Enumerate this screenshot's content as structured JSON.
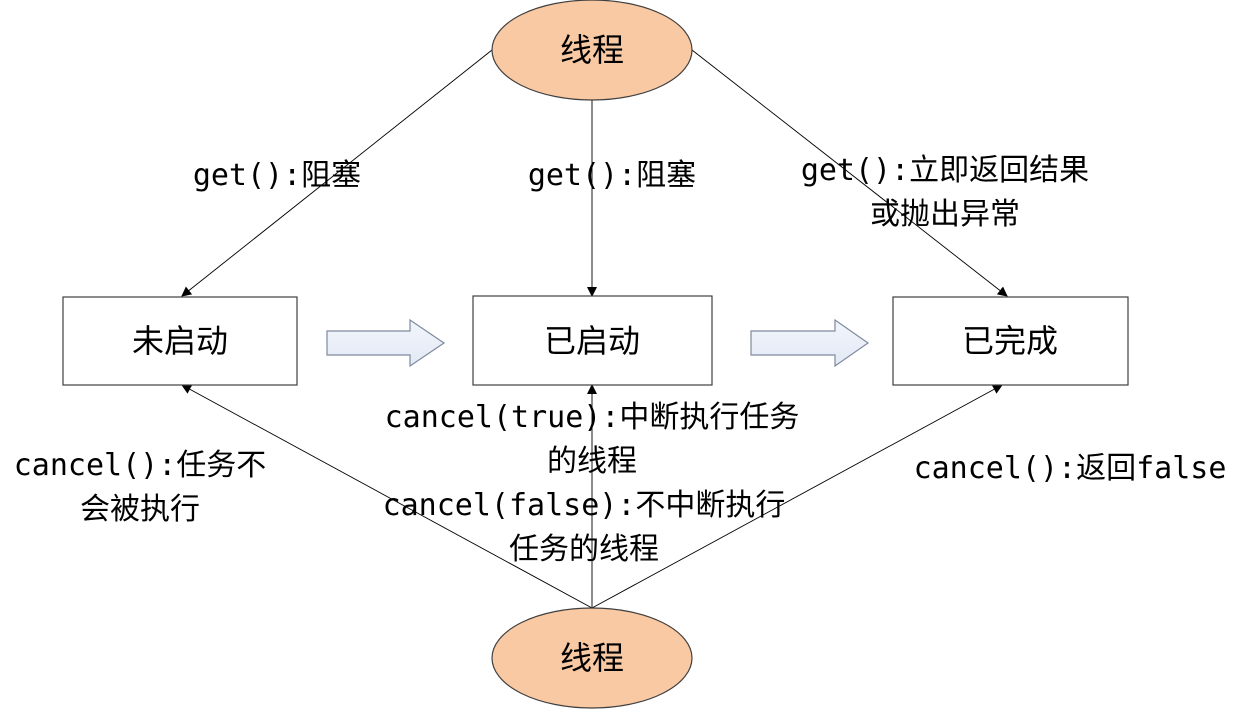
{
  "nodes": {
    "thread_top": "线程",
    "thread_bottom": "线程",
    "not_started": "未启动",
    "started": "已启动",
    "completed": "已完成"
  },
  "edges": {
    "get_not_started": [
      "get():阻塞"
    ],
    "get_started": [
      "get():阻塞"
    ],
    "get_completed": [
      "get():立即返回结果",
      "或抛出异常"
    ],
    "cancel_not_started": [
      "cancel():任务不",
      "会被执行"
    ],
    "cancel_true_started": [
      "cancel(true):中断执行任务",
      "的线程"
    ],
    "cancel_false_started": [
      "cancel(false):不中断执行",
      "任务的线程"
    ],
    "cancel_completed": [
      "cancel():返回false"
    ]
  },
  "colors": {
    "thread_fill": "#f9c9a4",
    "block_arrow_fill": "#e3e9f5"
  }
}
